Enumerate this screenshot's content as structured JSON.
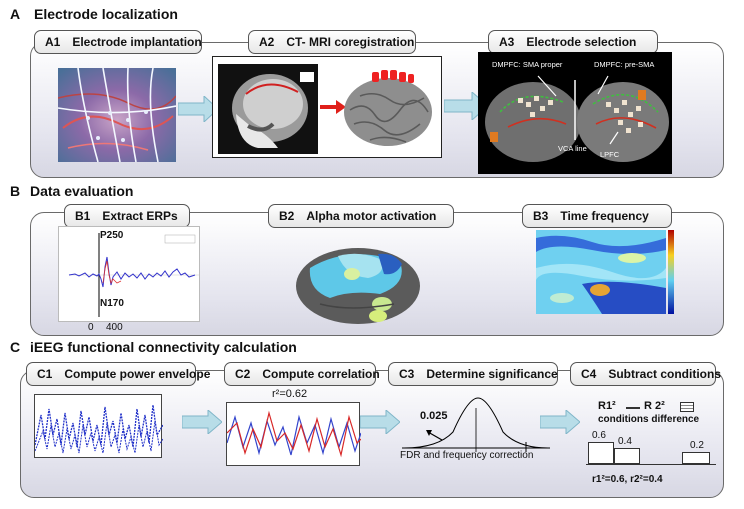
{
  "sectionA": {
    "letter": "A",
    "title": "Electrode localization",
    "a1": {
      "label": "A1",
      "text": "Electrode implantation"
    },
    "a2": {
      "label": "A2",
      "text": "CT- MRI coregistration"
    },
    "a3": {
      "label": "A3",
      "text": "Electrode selection"
    },
    "annotations": {
      "dmpfc_sma": "DMPFC: SMA proper",
      "dmpfc_presma": "DMPFC: pre-SMA",
      "vca": "VCA line",
      "lpfc": "LPFC"
    }
  },
  "sectionB": {
    "letter": "B",
    "title": "Data evaluation",
    "b1": {
      "label": "B1",
      "text": "Extract ERPs",
      "p250": "P250",
      "n170": "N170",
      "t0": "0",
      "t400": "400"
    },
    "b2": {
      "label": "B2",
      "text": "Alpha motor activation"
    },
    "b3": {
      "label": "B3",
      "text": "Time frequency"
    }
  },
  "sectionC": {
    "letter": "C",
    "title": "iEEG functional connectivity calculation",
    "c1": {
      "label": "C1",
      "text": "Compute power envelope"
    },
    "c2": {
      "label": "C2",
      "text": "Compute correlation",
      "r2": "r²=0.62"
    },
    "c3": {
      "label": "C3",
      "text": "Determine significance",
      "p": "0.025",
      "note": "FDR and frequency correction"
    },
    "c4": {
      "label": "C4",
      "text": "Subtract conditions",
      "legend1": "R1²",
      "legend2": "R 2²",
      "diff": "conditions difference",
      "v1": "0.6",
      "v2": "0.4",
      "v3": "0.2",
      "summary": "r1²=0.6, r2²=0.4"
    }
  },
  "colors": {
    "arrow_light": "#b8dde8",
    "arrow_red": "#e0201a",
    "trace_blue": "#1f2fc8",
    "trace_red": "#d82828"
  }
}
